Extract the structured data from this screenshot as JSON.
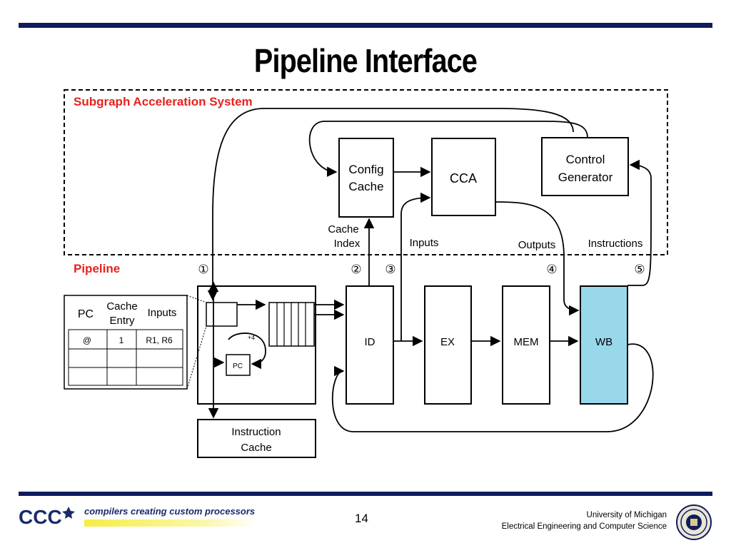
{
  "slide": {
    "title": "Pipeline Interface",
    "page_number": "14"
  },
  "diagram": {
    "subsystem_label": "Subgraph Acceleration System",
    "pipeline_label": "Pipeline",
    "accent_color": "#e8221d",
    "wb_color": "#99d8ea",
    "blocks": {
      "config_cache": [
        "Config",
        "Cache"
      ],
      "cca": "CCA",
      "control_generator": [
        "Control",
        "Generator"
      ],
      "id": "ID",
      "ex": "EX",
      "mem": "MEM",
      "wb": "WB",
      "instruction_cache": [
        "Instruction",
        "Cache"
      ],
      "pc": "PC",
      "plus4": "+4"
    },
    "edge_labels": {
      "cache_index": [
        "Cache",
        "Index"
      ],
      "inputs": "Inputs",
      "outputs": "Outputs",
      "instructions": "Instructions"
    },
    "markers": [
      "①",
      "②",
      "③",
      "④",
      "⑤"
    ],
    "table": {
      "headers": [
        "PC",
        [
          "Cache",
          "Entry"
        ],
        "Inputs"
      ],
      "rows": [
        [
          "@",
          "1",
          "R1, R6"
        ],
        [
          "",
          "",
          ""
        ],
        [
          "",
          "",
          ""
        ]
      ]
    }
  },
  "footer": {
    "logo_text": "compilers creating custom processors",
    "logo_mark": "CCC",
    "university": "University of Michigan",
    "department": "Electrical Engineering and Computer Science",
    "brand_color": "#0f1c5e"
  }
}
